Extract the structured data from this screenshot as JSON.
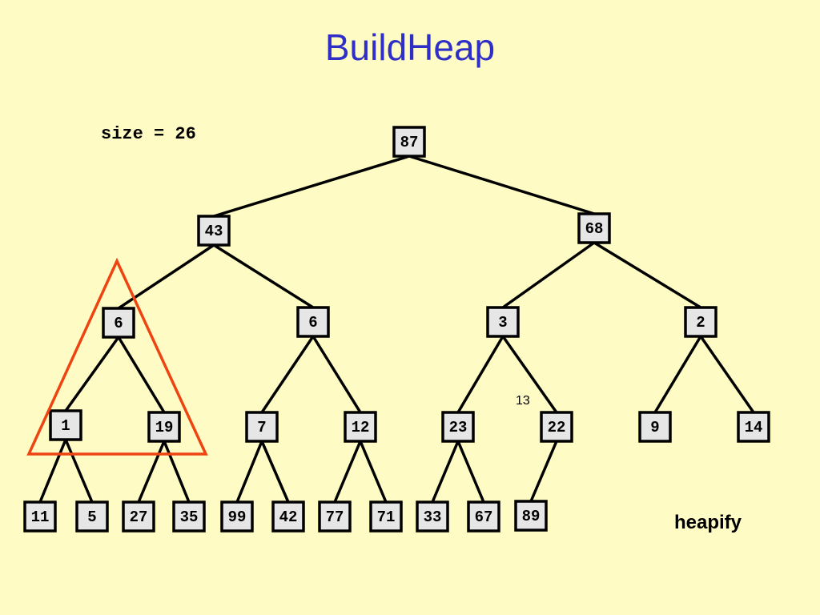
{
  "title": "BuildHeap",
  "size_label": "size = 26",
  "caption": "heapify",
  "annotation": "13",
  "colors": {
    "background": "#fefcc4",
    "title": "#2f2fc8",
    "highlight": "#ee4411",
    "node_fill": "#e6e6e6"
  },
  "tree": {
    "nodes": [
      {
        "id": "n87",
        "label": "87"
      },
      {
        "id": "n43",
        "label": "43"
      },
      {
        "id": "n68",
        "label": "68"
      },
      {
        "id": "n6a",
        "label": "6"
      },
      {
        "id": "n6b",
        "label": "6"
      },
      {
        "id": "n3",
        "label": "3"
      },
      {
        "id": "n2",
        "label": "2"
      },
      {
        "id": "n1",
        "label": "1"
      },
      {
        "id": "n19",
        "label": "19"
      },
      {
        "id": "n7",
        "label": "7"
      },
      {
        "id": "n12",
        "label": "12"
      },
      {
        "id": "n23",
        "label": "23"
      },
      {
        "id": "n22",
        "label": "22"
      },
      {
        "id": "n9",
        "label": "9"
      },
      {
        "id": "n14",
        "label": "14"
      },
      {
        "id": "n11",
        "label": "11"
      },
      {
        "id": "n5",
        "label": "5"
      },
      {
        "id": "n27",
        "label": "27"
      },
      {
        "id": "n35",
        "label": "35"
      },
      {
        "id": "n99",
        "label": "99"
      },
      {
        "id": "n42",
        "label": "42"
      },
      {
        "id": "n77",
        "label": "77"
      },
      {
        "id": "n71",
        "label": "71"
      },
      {
        "id": "n33",
        "label": "33"
      },
      {
        "id": "n67",
        "label": "67"
      },
      {
        "id": "n89",
        "label": "89"
      }
    ],
    "edges": [
      [
        "n87",
        "n43"
      ],
      [
        "n87",
        "n68"
      ],
      [
        "n43",
        "n6a"
      ],
      [
        "n43",
        "n6b"
      ],
      [
        "n68",
        "n3"
      ],
      [
        "n68",
        "n2"
      ],
      [
        "n6a",
        "n1"
      ],
      [
        "n6a",
        "n19"
      ],
      [
        "n6b",
        "n7"
      ],
      [
        "n6b",
        "n12"
      ],
      [
        "n3",
        "n23"
      ],
      [
        "n3",
        "n22"
      ],
      [
        "n2",
        "n9"
      ],
      [
        "n2",
        "n14"
      ],
      [
        "n1",
        "n11"
      ],
      [
        "n1",
        "n5"
      ],
      [
        "n19",
        "n27"
      ],
      [
        "n19",
        "n35"
      ],
      [
        "n7",
        "n99"
      ],
      [
        "n7",
        "n42"
      ],
      [
        "n12",
        "n77"
      ],
      [
        "n12",
        "n71"
      ],
      [
        "n23",
        "n33"
      ],
      [
        "n23",
        "n67"
      ],
      [
        "n22",
        "n89"
      ]
    ]
  }
}
